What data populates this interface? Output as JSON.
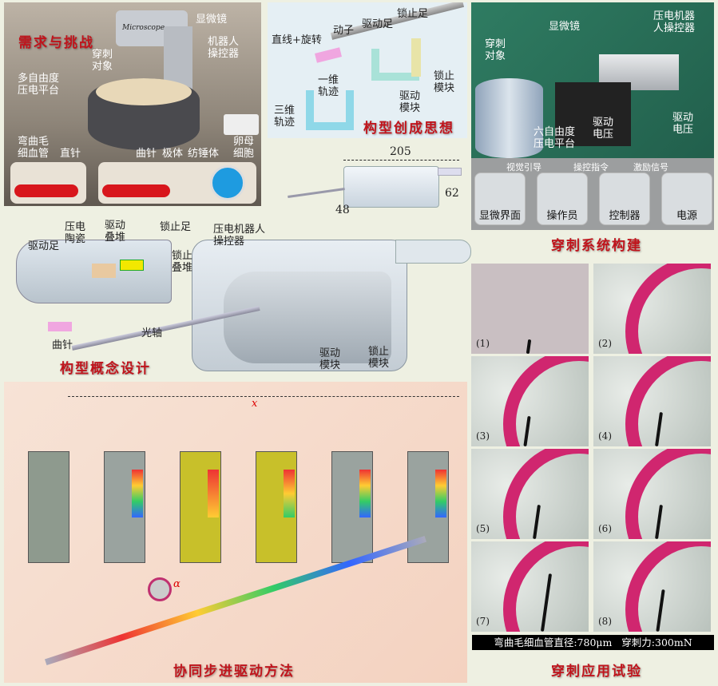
{
  "demand_panel": {
    "title": "需求与挑战",
    "microscope": "显微镜",
    "microscope_brand": "Microscope",
    "manipulator": "机器人\n操控器",
    "target": "穿刺\n对象",
    "platform": "多自由度\n压电平台",
    "capillary": "弯曲毛\n细血管",
    "straight_needle": "直针",
    "curved_needle": "曲针",
    "polar_body": "极体",
    "spindle": "纺锤体",
    "oocyte": "卵母\n细胞"
  },
  "concept_panel": {
    "title": "构型创成思想",
    "mover": "动子",
    "drive_foot": "驱动足",
    "lock_foot": "锁止足",
    "motion": "直线+旋转",
    "one_dim": "一维\n轨迹",
    "three_dim": "三维\n轨迹",
    "drive_module": "驱动\n模块",
    "lock_module": "锁止\n模块"
  },
  "dimensions": {
    "length": "205",
    "height": "62",
    "width": "48"
  },
  "design_panel": {
    "title": "构型概念设计",
    "drive_foot": "驱动足",
    "piezo_ceramic": "压电\n陶瓷",
    "drive_stack": "驱动\n叠堆",
    "lock_foot": "锁止足",
    "lock_stack": "锁止\n叠堆",
    "robot": "压电机器人\n操控器",
    "shaft": "光轴",
    "curved_needle": "曲针",
    "drive_module": "驱动\n模块",
    "lock_module": "锁止\n模块"
  },
  "method_panel": {
    "title": "协同步进驱动方法",
    "x_label": "x",
    "alpha_label": "α"
  },
  "system_panel": {
    "title": "穿刺系统构建",
    "microscope": "显微镜",
    "manipulator": "压电机器\n人操控器",
    "target": "穿刺\n对象",
    "platform": "六自由度\n压电平台",
    "drive_voltage_1": "驱动\n电压",
    "drive_voltage_2": "驱动\n电压",
    "flow": [
      {
        "label": "显微界面"
      },
      {
        "label": "操作员"
      },
      {
        "label": "控制器"
      },
      {
        "label": "电源"
      }
    ],
    "arrows": [
      "视觉引导",
      "操控指令",
      "激励信号"
    ]
  },
  "experiment_panel": {
    "title": "穿刺应用试验",
    "frames": [
      "(1)",
      "(2)",
      "(3)",
      "(4)",
      "(5)",
      "(6)",
      "(7)",
      "(8)"
    ],
    "caption": "弯曲毛细血管直径:780μm   穿刺力:300mN"
  },
  "colors": {
    "title": "#c0141c",
    "vessel": "#d8161c",
    "ring": "#d0266f"
  }
}
